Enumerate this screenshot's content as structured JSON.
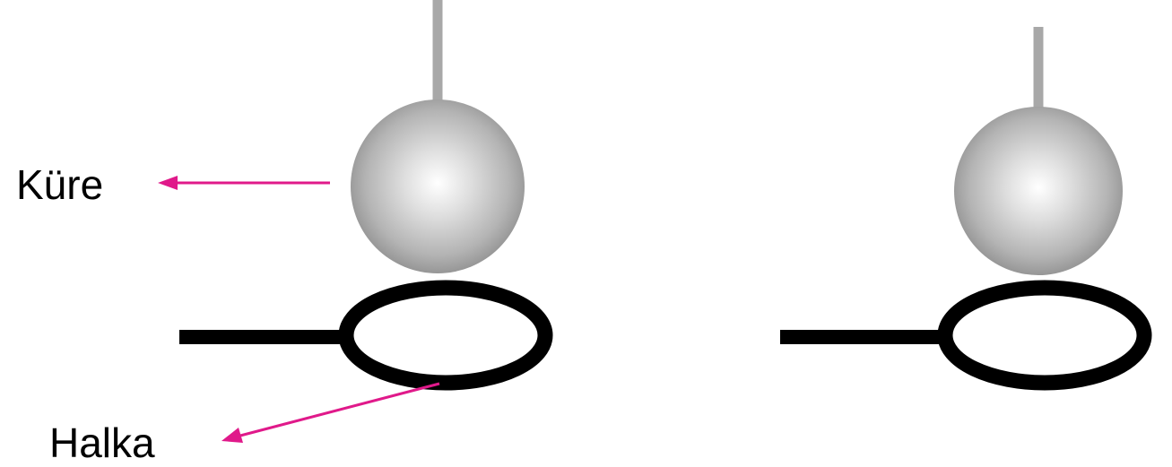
{
  "labels": {
    "sphere": "Küre",
    "ring": "Halka"
  },
  "colors": {
    "arrow": "#e0198a",
    "rod": "#a8a8a8",
    "ring": "#000000",
    "sphere_light": "#ffffff",
    "sphere_mid": "#c8c8c8",
    "sphere_dark": "#8c8c8c",
    "text": "#000000"
  },
  "apparatus": [
    {
      "name": "left-apparatus"
    },
    {
      "name": "right-apparatus"
    }
  ]
}
